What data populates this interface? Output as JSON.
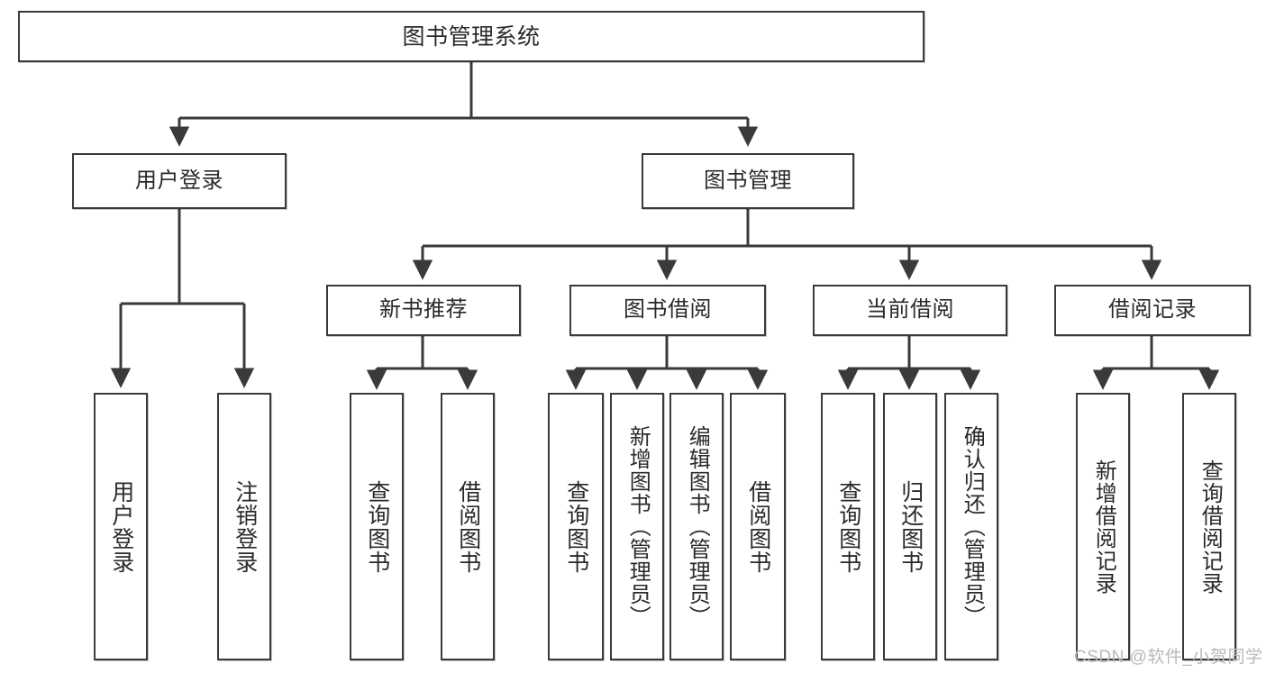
{
  "diagram": {
    "title_node": {
      "label": "图书管理系统"
    },
    "level2": [
      {
        "label": "用户登录"
      },
      {
        "label": "图书管理"
      }
    ],
    "level3": [
      {
        "label": "新书推荐"
      },
      {
        "label": "图书借阅"
      },
      {
        "label": "当前借阅"
      },
      {
        "label": "借阅记录"
      }
    ],
    "leaves": {
      "user_login": [
        {
          "label": "用户登录"
        },
        {
          "label": "注销登录"
        }
      ],
      "new_book": [
        {
          "label": "查询图书"
        },
        {
          "label": "借阅图书"
        }
      ],
      "book_borrow": [
        {
          "label": "查询图书"
        },
        {
          "label": "新增图书（管理员）"
        },
        {
          "label": "编辑图书（管理员）"
        },
        {
          "label": "借阅图书"
        }
      ],
      "current_borrow": [
        {
          "label": "查询图书"
        },
        {
          "label": "归还图书"
        },
        {
          "label": "确认归还（管理员）"
        }
      ],
      "borrow_record": [
        {
          "label": "新增借阅记录"
        },
        {
          "label": "查询借阅记录"
        }
      ]
    }
  },
  "watermark": {
    "text": "CSDN @软件_小贺同学"
  },
  "colors": {
    "stroke": "#3a3a3a",
    "fill": "#ffffff",
    "text": "#2a2a2a",
    "watermark": "#b9b9b9"
  }
}
